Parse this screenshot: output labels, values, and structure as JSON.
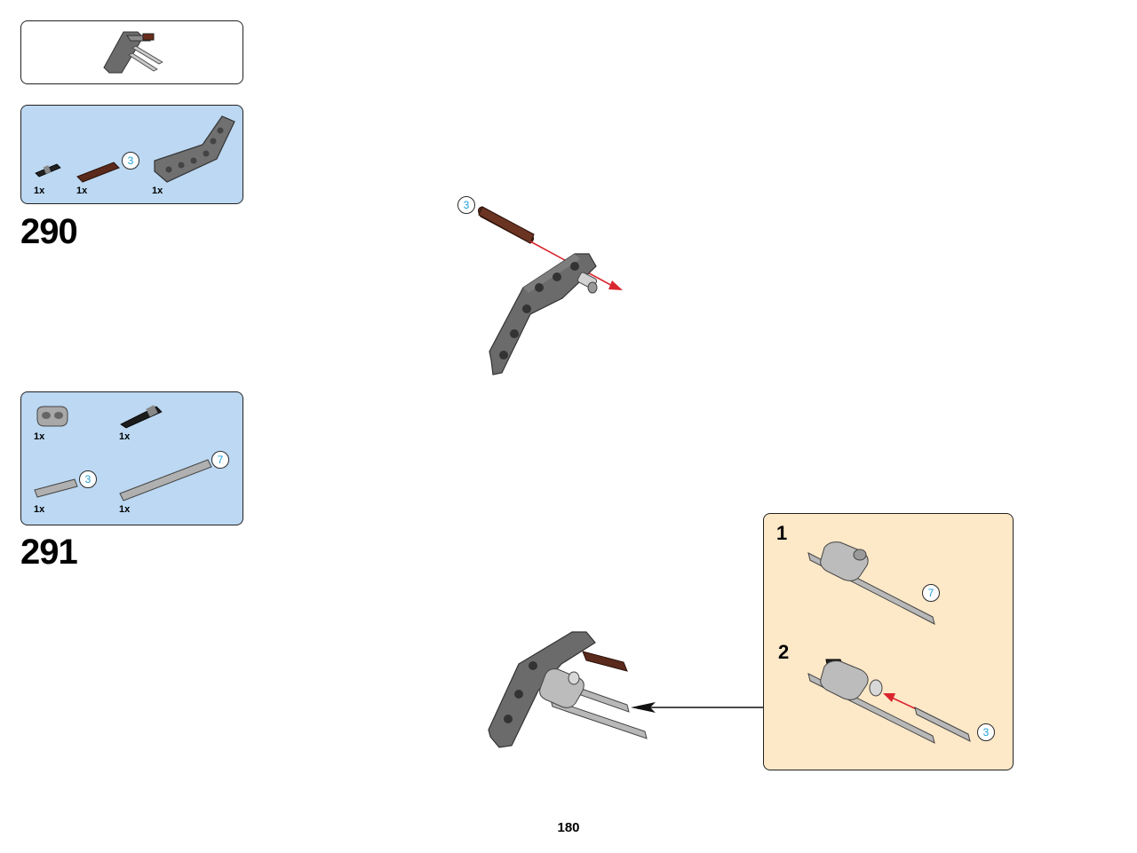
{
  "steps": [
    {
      "number": "290",
      "parts": [
        {
          "qty": "1x",
          "icon": "black-friction-pin-icon"
        },
        {
          "qty": "1x",
          "icon": "brown-axle-3-icon",
          "callout": "3"
        },
        {
          "qty": "1x",
          "icon": "grey-bent-liftarm-icon"
        }
      ]
    },
    {
      "number": "291",
      "parts": [
        {
          "qty": "1x",
          "icon": "grey-connector-block-icon"
        },
        {
          "qty": "1x",
          "icon": "black-long-pin-icon"
        },
        {
          "qty": "1x",
          "icon": "grey-axle-3-icon",
          "callout": "3"
        },
        {
          "qty": "1x",
          "icon": "grey-axle-7-icon",
          "callout": "7"
        }
      ]
    }
  ],
  "main_callouts": {
    "step290_axle": "3"
  },
  "subassembly": {
    "steps": [
      {
        "number": "1",
        "callout": "7"
      },
      {
        "number": "2",
        "callout": "3"
      }
    ]
  },
  "page_number": "180",
  "colors": {
    "parts_panel": "#bcd8f2",
    "subassembly_panel": "#fde8c8",
    "arrow_red": "#d9262e",
    "callout_text": "#1ea0d8",
    "liftarm_grey": "#6b6b6b",
    "axle_brown": "#5a2a1c"
  }
}
